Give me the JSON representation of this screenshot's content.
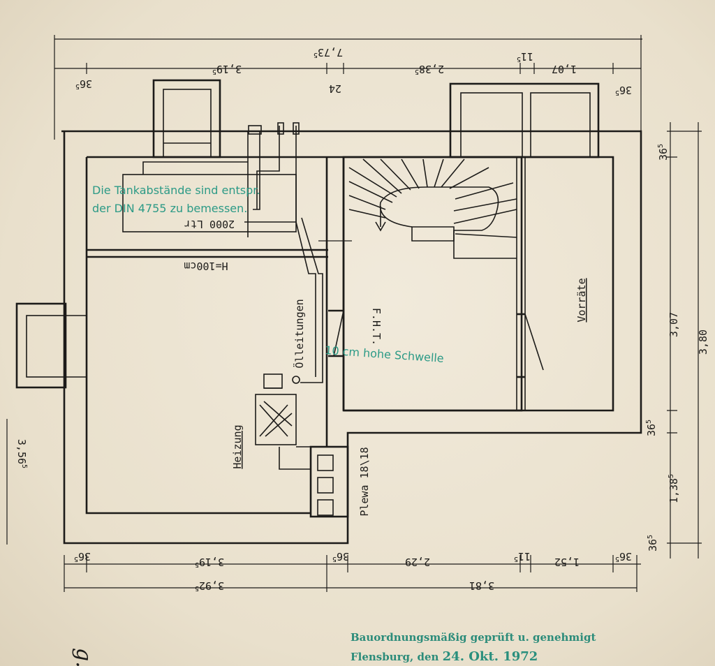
{
  "notes": {
    "tank_line1": "Die Tankabstände sind entspr.",
    "tank_line2": "der DIN 4755 zu bemessen.",
    "tank_volume": "2000 Ltr",
    "tank_height": "H=100cm",
    "oil_lines": "Ölleitungen",
    "fht": "F.H.T.",
    "threshold": "10 cm hohe Schwelle",
    "heating": "Heizung",
    "chimney": "Plewa 18\\18",
    "storage": "Vorräte"
  },
  "dimensions": {
    "top_total": "7,73",
    "top_total_sup": "5",
    "top_a": "36",
    "top_a_sup": "5",
    "top_b": "3,19",
    "top_b_sup": "5",
    "top_c": "24",
    "top_d": "2,38",
    "top_d_sup": "5",
    "top_e": "11",
    "top_e_sup": "5",
    "top_f": "1,07",
    "top_g": "36",
    "top_g_sup": "5",
    "right_a": "36",
    "right_a_sup": "5",
    "right_b": "3,07",
    "right_total": "3,80",
    "right_c": "36",
    "right_c_sup": "5",
    "right_d": "1,38",
    "right_d_sup": "5",
    "right_e": "36",
    "right_e_sup": "5",
    "bottom_a": "36",
    "bottom_a_sup": "5",
    "bottom_b": "3,19",
    "bottom_b_sup": "5",
    "bottom_c": "36",
    "bottom_c_sup": "5",
    "bottom_d": "2,29",
    "bottom_e": "11",
    "bottom_e_sup": "5",
    "bottom_f": "1,52",
    "bottom_g": "36",
    "bottom_g_sup": "5",
    "bottom_total_left": "3,92",
    "bottom_total_left_sup": "5",
    "bottom_total_right": "3,81",
    "left_edge": "3,56",
    "left_edge_sup": "5"
  },
  "stamp": {
    "line1": "Bauordnungsmäßig geprüft u. genehmigt",
    "line2_prefix": "Flensburg, den",
    "date": "24. Okt. 1972"
  },
  "margin_fragment": "g."
}
